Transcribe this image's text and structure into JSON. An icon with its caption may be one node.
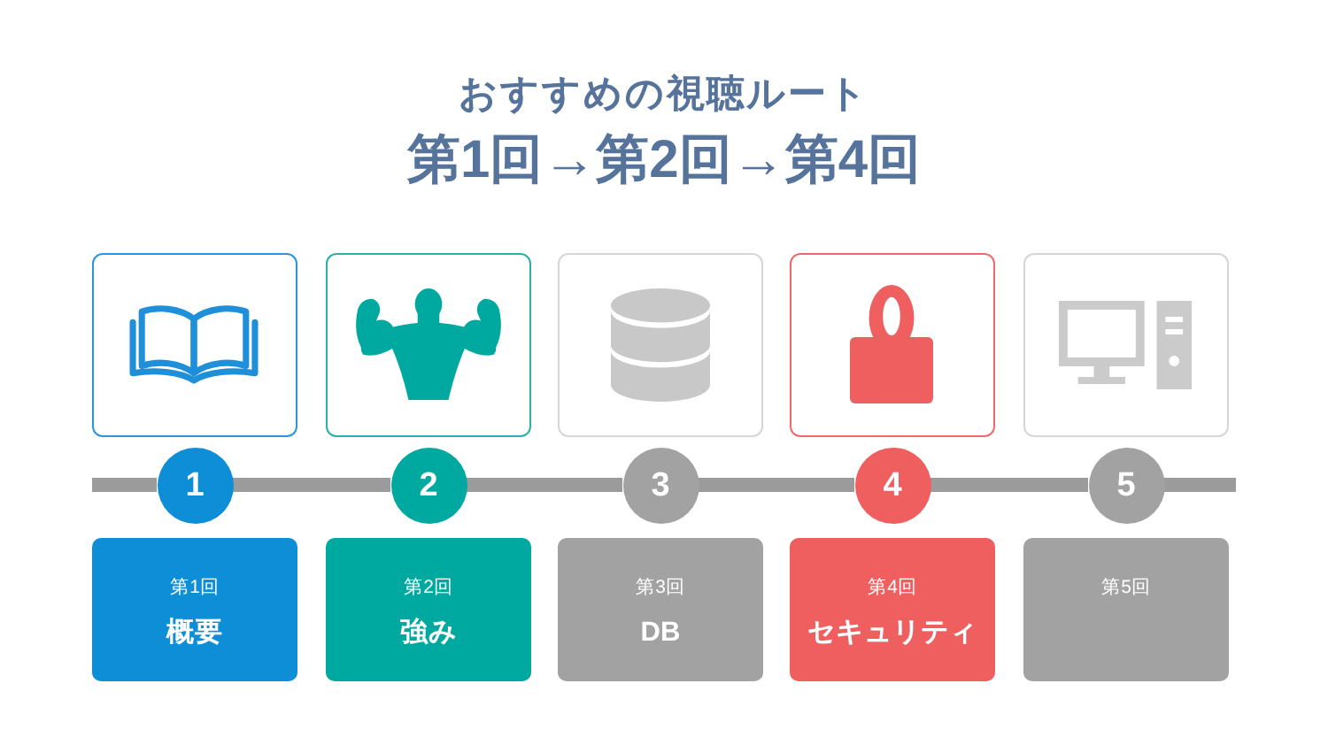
{
  "diagram": {
    "title": "おすすめの視聴ルート",
    "nodes": [
      {
        "text": [],
        "shape": "picture"
      },
      {
        "text": [],
        "shape": "picture"
      },
      {
        "text": [],
        "shape": "picture"
      },
      {
        "text": [],
        "shape": "picture"
      },
      {
        "text": [],
        "shape": "picture"
      },
      {
        "text": [
          "1"
        ]
      },
      {
        "text": [
          "2"
        ]
      },
      {
        "text": [
          "3"
        ]
      },
      {
        "text": [
          "4"
        ]
      },
      {
        "text": [
          "5"
        ]
      },
      {
        "text": [
          "第1回",
          "概要"
        ]
      },
      {
        "text": [
          "第2回",
          "強み"
        ]
      },
      {
        "text": [
          "第3回",
          "DB"
        ]
      },
      {
        "text": [
          "第4回",
          "セキュリティ"
        ]
      },
      {
        "text": [
          "第5回"
        ]
      }
    ],
    "edges": [
      {
        "from": null,
        "to": 5,
        "arrow": "none"
      },
      {
        "from": 5,
        "to": 6,
        "arrow": "none"
      },
      {
        "from": 6,
        "to": 7,
        "arrow": "none"
      },
      {
        "from": 7,
        "to": 8,
        "arrow": "none"
      },
      {
        "from": 8,
        "to": 9,
        "arrow": "none"
      },
      {
        "from": 9,
        "to": null,
        "arrow": "none"
      }
    ],
    "labels": [
      "第1回→第2回→第4回"
    ]
  }
}
